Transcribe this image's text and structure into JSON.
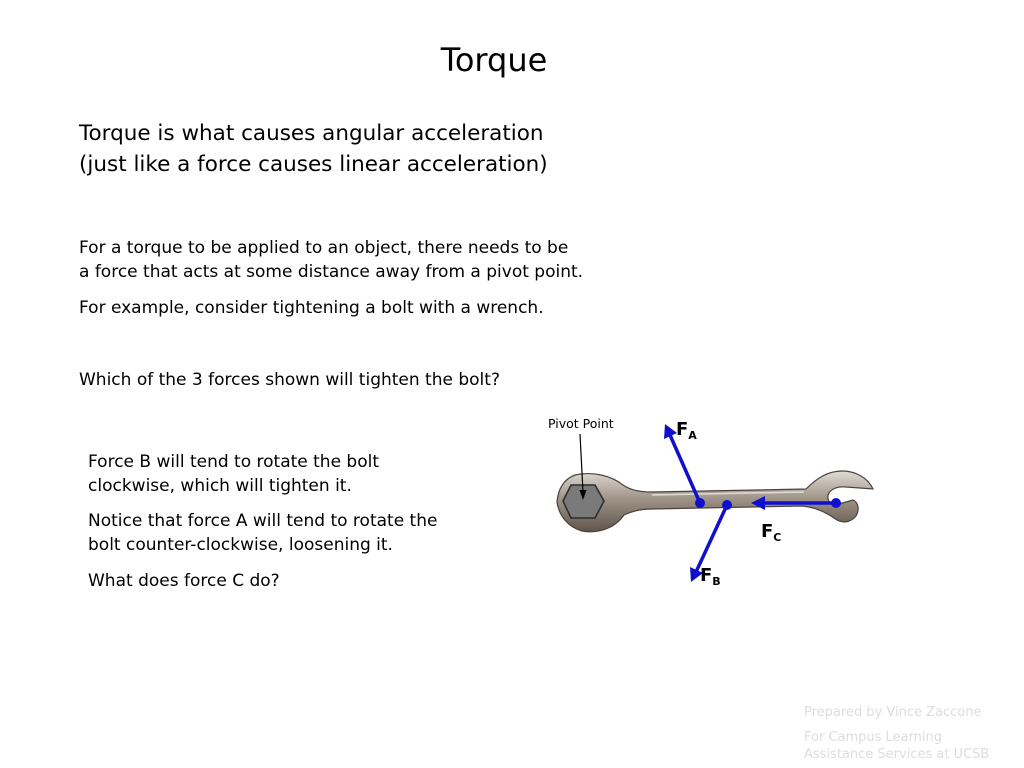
{
  "slide": {
    "title": "Torque",
    "intro": [
      "Torque is what causes angular acceleration",
      "(just like a force causes linear acceleration)"
    ],
    "paragraph1": [
      "For a torque to be applied to an object, there needs to be",
      "a force that acts at some distance away from a pivot point."
    ],
    "paragraph2": "For example, consider tightening a bolt with a wrench.",
    "question": "Which of the 3 forces shown will tighten the bolt?",
    "answer1": [
      "Force B will tend to rotate the bolt",
      "clockwise, which will tighten it."
    ],
    "answer2": [
      "Notice that force A will tend to rotate the",
      "bolt counter-clockwise, loosening it."
    ],
    "answer3": "What does force C do?"
  },
  "diagram": {
    "pivot_label": "Pivot Point",
    "force_symbol": "F",
    "forces": [
      {
        "subscript": "A"
      },
      {
        "subscript": "B"
      },
      {
        "subscript": "C"
      }
    ],
    "arrow_color": "#1010cc"
  },
  "footer": {
    "credit": "Prepared by Vince Zaccone",
    "org_line1": "For Campus Learning",
    "org_line2": "Assistance Services at UCSB"
  }
}
